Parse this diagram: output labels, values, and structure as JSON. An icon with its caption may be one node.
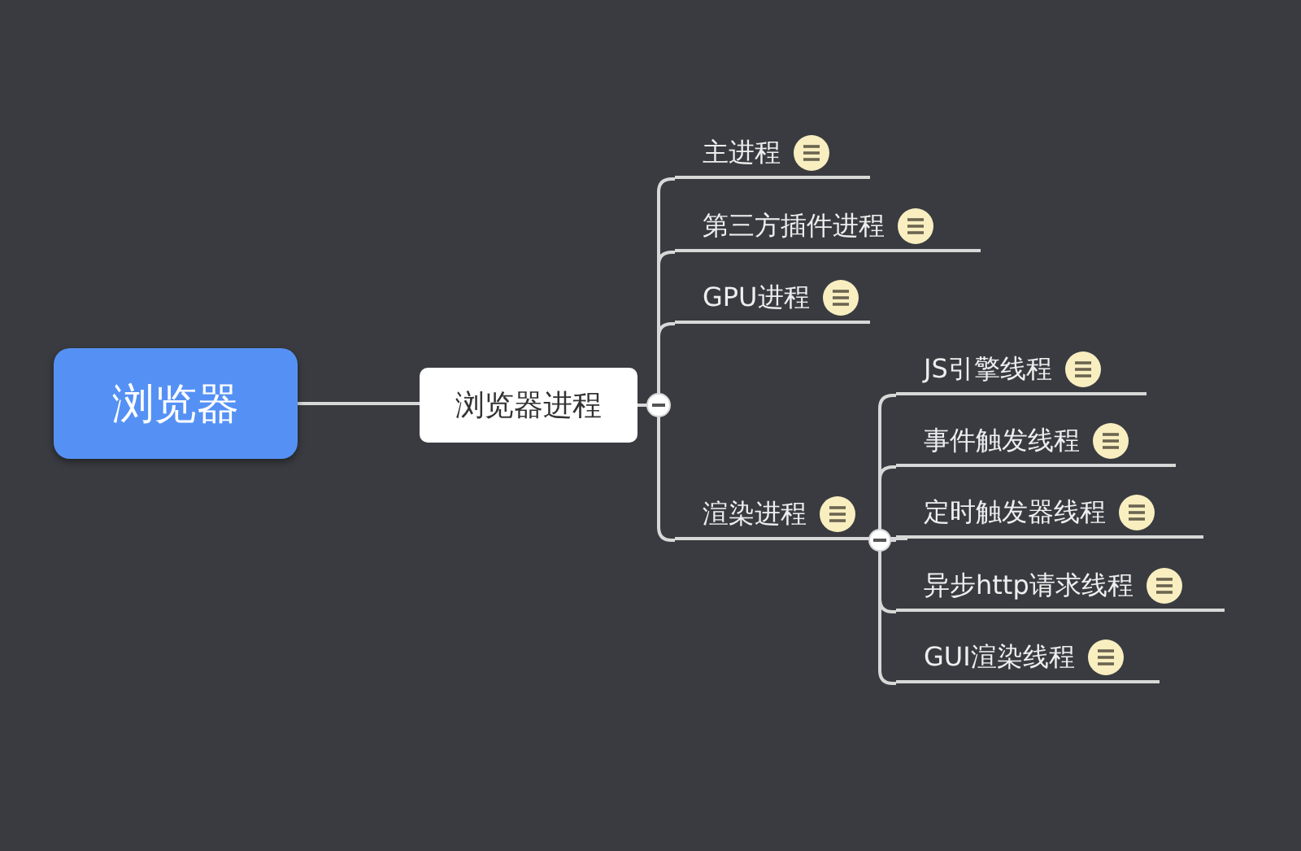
{
  "diagram": {
    "nodes": [
      {
        "text": [
          "浏览器"
        ]
      },
      {
        "text": [
          "浏览器进程"
        ]
      },
      {
        "text": [
          "主进程"
        ]
      },
      {
        "text": [
          "第三方插件进程"
        ]
      },
      {
        "text": [
          "GPU进程"
        ]
      },
      {
        "text": [
          "渲染进程"
        ]
      },
      {
        "text": [
          "JS引擎线程"
        ]
      },
      {
        "text": [
          "事件触发线程"
        ]
      },
      {
        "text": [
          "定时触发器线程"
        ]
      },
      {
        "text": [
          "异步http请求线程"
        ]
      },
      {
        "text": [
          "GUI渲染线程"
        ]
      }
    ],
    "edges": [
      {
        "from": 0,
        "to": 1,
        "arrow": "none"
      },
      {
        "from": 1,
        "to": 2,
        "arrow": "none"
      },
      {
        "from": 1,
        "to": 3,
        "arrow": "none"
      },
      {
        "from": 1,
        "to": 4,
        "arrow": "none"
      },
      {
        "from": 1,
        "to": 5,
        "arrow": "none"
      },
      {
        "from": 5,
        "to": 6,
        "arrow": "none"
      },
      {
        "from": 5,
        "to": 7,
        "arrow": "none"
      },
      {
        "from": 5,
        "to": 8,
        "arrow": "none"
      },
      {
        "from": 5,
        "to": 9,
        "arrow": "none"
      },
      {
        "from": 5,
        "to": 10,
        "arrow": "none"
      }
    ]
  }
}
